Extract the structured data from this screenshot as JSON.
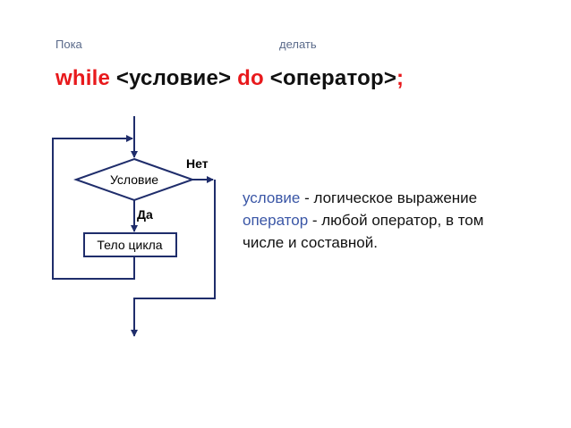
{
  "translations": {
    "while": "Пока",
    "do": "делать"
  },
  "syntax": {
    "kw_while": "while",
    "cond": " <условие> ",
    "kw_do": "do",
    "op": " <оператор>",
    "semicolon": ";"
  },
  "flowchart": {
    "decision_label": "Условие",
    "no_label": "Нет",
    "yes_label": "Да",
    "body_label": "Тело цикла",
    "colors": {
      "stroke": "#1f2d6b"
    }
  },
  "description": {
    "line1_term": "условие",
    "line1_rest": " - логическое выражение",
    "line2_term": "оператор",
    "line2_rest": " - любой оператор, в том",
    "line3": "числе и составной."
  },
  "colors": {
    "keyword": "#e8191c",
    "term": "#3a56a6",
    "flow": "#1f2d6b"
  }
}
